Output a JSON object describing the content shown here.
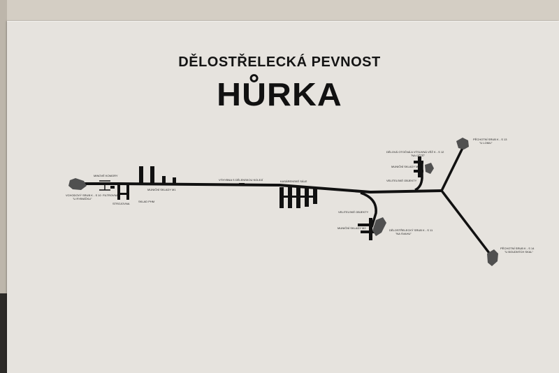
{
  "header": {
    "subtitle": "DĚLOSTŘELECKÁ PEVNOST",
    "title": "HŮRKA"
  },
  "labels": {
    "minove_komory": "MINOVÉ KOMORY",
    "vchodovy_srub_1": "VCHODOVÝ SRUB K - S 10",
    "vchodovy_srub_2": "\"U RYBNÍČKU\"",
    "filtrovna": "FILTROVNA",
    "strojovna": "STROJOVNA",
    "sklad_phm": "SKLAD PHM",
    "municni_sklady_m1": "MUNIČNÍ SKLADY M1",
    "vyhybna": "VÝHYBNA S DĚLENSKOU KOLEJÍ",
    "kasarenske_sale": "KASÁRENSKÉ SÁLE",
    "velitelske_objekty_1": "VELITELSKÉ OBJEKTY",
    "municni_sklady_m2": "MUNIČNÍ SKLADY M2",
    "delostrelecky_srub_1": "DĚLOSTŘELECKÝ SRUB K - S 11",
    "delostrelecky_srub_2": "\"NA SVAHU\"",
    "delova_otocna_1": "DĚLOVÁ OTOČNÁ A VÝSUVNÁ VĚŽ K - S 12",
    "delova_otocna_2": "\"NA ÚČTĚ\"",
    "municni_sklad_m2b": "MUNIČNÍ SKLADY M2",
    "velitelske_objekty_2": "VELITELSKÉ OBJEKTY",
    "pechotni_srub_top_1": "PĚCHOTNÍ SRUB K - S 13",
    "pechotni_srub_top_2": "\"U LOMU\"",
    "pechotni_srub_bot_1": "PĚCHOTNÍ SRUB K - S 14",
    "pechotni_srub_bot_2": "\"U BOUDNÝCH SKAL\""
  },
  "colors": {
    "board": "#e6e3de",
    "ink": "#111111",
    "bunker": "#505050"
  }
}
